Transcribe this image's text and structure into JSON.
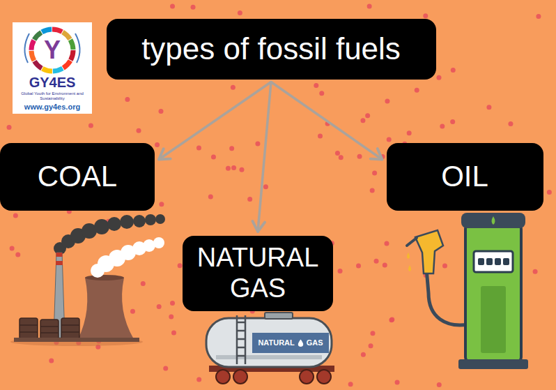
{
  "diagram": {
    "nodes": [
      {
        "text": [
          "types of fossil fuels"
        ]
      },
      {
        "text": [
          "COAL"
        ]
      },
      {
        "text": [
          "NATURAL GAS"
        ]
      },
      {
        "text": [
          "OIL"
        ]
      }
    ],
    "edges": [
      {
        "from": 0,
        "to": 1,
        "arrow": "to"
      },
      {
        "from": 0,
        "to": 2,
        "arrow": "to"
      },
      {
        "from": 0,
        "to": 3,
        "arrow": "to"
      }
    ],
    "labels": [
      "Y",
      "GY4ES",
      "Global Youth for Environment and Sustainability",
      "www.gy4es.org",
      "NATURAL",
      "GAS"
    ]
  }
}
